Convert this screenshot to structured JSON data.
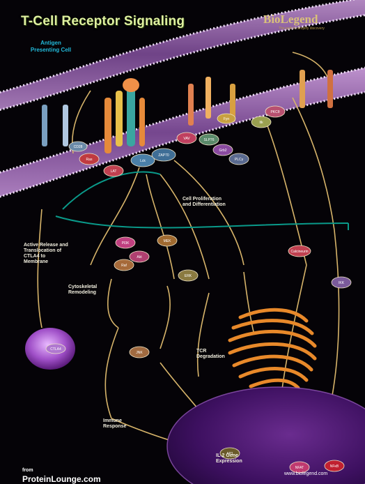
{
  "header": {
    "title": "T-Cell Receptor Signaling",
    "apc_label": "Antigen Presenting Cell",
    "brand": "BioLegend",
    "tagline": "The path to simplify discovery"
  },
  "annotations": {
    "proliferation": "Cell Proliferation and Differentiation",
    "ctla4": "Active Release and Translocation of CTLA4 to Membrane",
    "cytoskeletal": "Cytoskeletal Remodeling",
    "degradation": "TCR Degradation",
    "immune": "Immune Response",
    "il2": "IL-2 Gene Expression"
  },
  "node_labels": {
    "lck": "Lck",
    "zap70": "ZAP70",
    "lat": "LAT",
    "slp76": "SLP76",
    "vav": "VAV",
    "grb2": "Grb2",
    "plcg": "PLCγ",
    "itk": "Itk",
    "pkc": "PKCθ",
    "ras": "Ras",
    "raf": "Raf",
    "mek": "MEK",
    "erk": "ERK",
    "nfat": "NFAT",
    "ap1": "AP1",
    "nfkb": "NFκB",
    "ctla4": "CTLA4",
    "fyn": "Fyn",
    "cd28": "CD28",
    "pi3k": "PI3K",
    "akt": "Akt",
    "ikk": "IKK",
    "calc": "Calcineurin",
    "jnk": "JNK"
  },
  "footer": {
    "credit_line1": "from",
    "credit_line2": "ProteinLounge.com",
    "url": "www.biolegend.com"
  },
  "colors": {
    "background": "#050307",
    "membrane": "#9a6bb0",
    "pathway_line": "#d7b46a",
    "inhibit_line": "#0a9a8a",
    "title": "#dff0a0",
    "apc": "#22b8d8"
  }
}
